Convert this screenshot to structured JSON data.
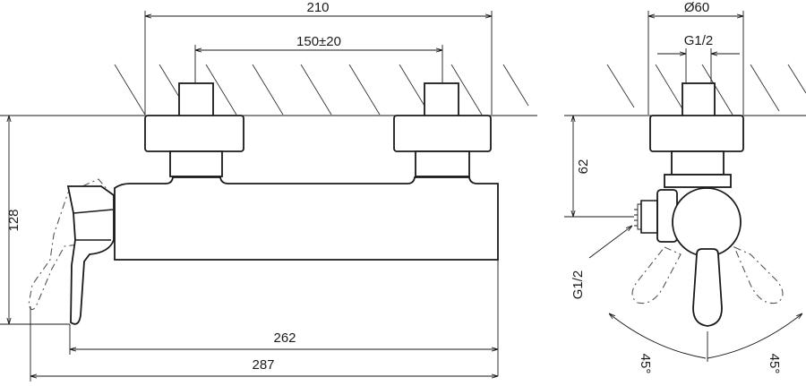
{
  "dimensions": {
    "overall_top": "210",
    "inlet_spacing": "150±20",
    "diameter": "Ø60",
    "connection_top": "G1/2",
    "depth": "62",
    "height": "128",
    "side_connection": "G1/2",
    "body_length": "262",
    "overall_length": "287",
    "angle_left": "45°",
    "angle_right": "45°"
  }
}
